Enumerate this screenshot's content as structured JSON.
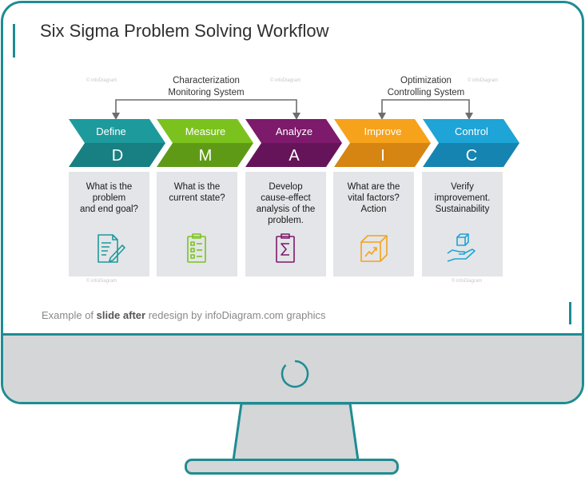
{
  "title": "Six Sigma Problem Solving Workflow",
  "brackets": {
    "left": {
      "line1": "Characterization",
      "line2": "Monitoring System"
    },
    "right": {
      "line1": "Optimization",
      "line2": "Controlling System"
    }
  },
  "steps": [
    {
      "label": "Define",
      "letter": "D",
      "text1": "What is the",
      "text2": "problem",
      "text3": "and end goal?",
      "text4": "",
      "icon": "document-pencil-icon",
      "color_top": "#1d9a9c",
      "color_bottom": "#187f82"
    },
    {
      "label": "Measure",
      "letter": "M",
      "text1": "What is the",
      "text2": "current state?",
      "text3": "",
      "text4": "",
      "icon": "checklist-clipboard-icon",
      "color_top": "#7cc21e",
      "color_bottom": "#5f9a17"
    },
    {
      "label": "Analyze",
      "letter": "A",
      "text1": "Develop",
      "text2": "cause-effect",
      "text3": "analysis of the",
      "text4": "problem.",
      "icon": "sigma-clipboard-icon",
      "color_top": "#7d1a6b",
      "color_bottom": "#66145a"
    },
    {
      "label": "Improve",
      "letter": "I",
      "text1": "What are the",
      "text2": "vital factors?",
      "text3": "Action",
      "text4": "",
      "icon": "growth-box-icon",
      "color_top": "#f6a21b",
      "color_bottom": "#d68512"
    },
    {
      "label": "Control",
      "letter": "C",
      "text1": "Verify",
      "text2": "improvement.",
      "text3": "Sustainability",
      "text4": "",
      "icon": "hand-box-icon",
      "color_top": "#1ea4d6",
      "color_bottom": "#1684b0"
    }
  ],
  "caption": {
    "prefix": "Example of ",
    "bold": "slide after",
    "suffix": " redesign by infoDiagram.com graphics"
  },
  "watermark": "© infoDiagram",
  "colors": {
    "monitor_frame": "#1e8c92",
    "bezel": "#d4d6d8",
    "card": "#e3e5e8"
  }
}
